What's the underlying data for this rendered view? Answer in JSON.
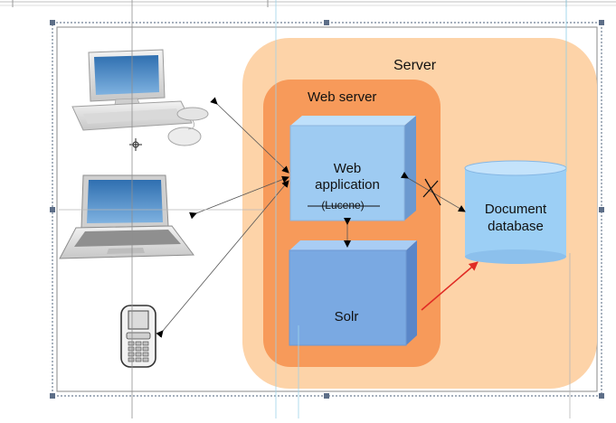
{
  "diagram": {
    "server_label": "Server",
    "web_server_label": "Web server",
    "web_app_label_line1": "Web",
    "web_app_label_line2": "application",
    "lucene_label": "(Lucene)",
    "solr_label": "Solr",
    "database_label_line1": "Document",
    "database_label_line2": "database"
  },
  "colors": {
    "server_fill": "#fdd3a8",
    "web_server_fill": "#f79a5a",
    "box_light": "#9ecbf2",
    "box_dark": "#7aa9e2",
    "db_fill": "#9ccff5",
    "red_arrow": "#e02b24"
  },
  "icons": [
    "desktop-computer-icon",
    "laptop-icon",
    "mobile-phone-icon"
  ]
}
